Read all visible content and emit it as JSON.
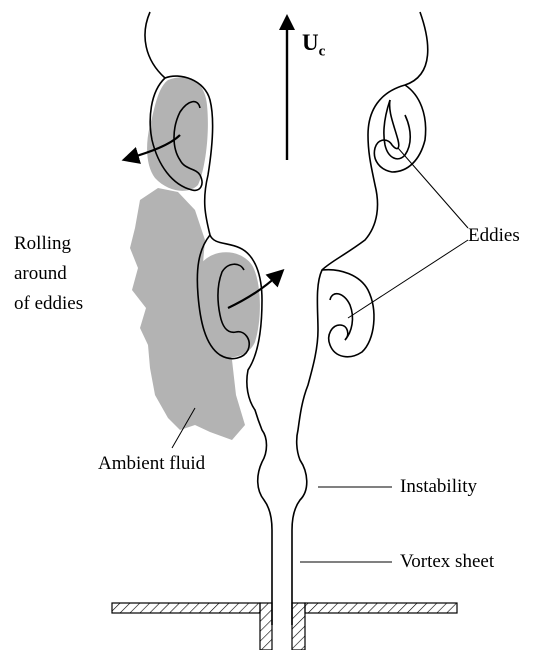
{
  "labels": {
    "velocity_symbol": "U",
    "velocity_subscript": "c",
    "rolling_line1": "Rolling",
    "rolling_line2": "around",
    "rolling_line3": "of eddies",
    "eddies": "Eddies",
    "ambient_fluid": "Ambient fluid",
    "instability": "Instability",
    "vortex_sheet": "Vortex sheet"
  },
  "colors": {
    "ambient_fill": "#b3b3b3",
    "line": "#000000",
    "background": "#ffffff"
  }
}
